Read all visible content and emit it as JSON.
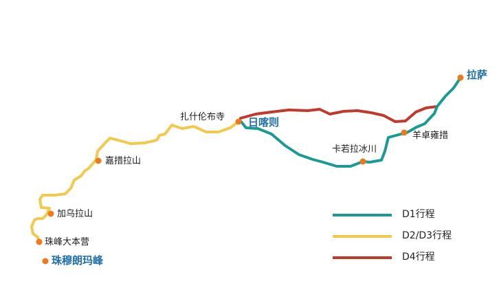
{
  "places": {
    "lhasa": "拉萨",
    "yamdrok": "羊卓雍措",
    "karola": "卡若拉冰川",
    "shigatse": "日喀则",
    "tashilhunpo": "扎什伦布寺",
    "gyatso": "嘉措拉山",
    "gawu": "加乌拉山",
    "basecamp": "珠峰大本营",
    "everest": "珠穆朗玛峰"
  },
  "legend": [
    {
      "label": "D1行程",
      "color": "#1a9a94"
    },
    {
      "label": "D2/D3行程",
      "color": "#f2c94c"
    },
    {
      "label": "D4行程",
      "color": "#c0392b"
    }
  ],
  "colors": {
    "point": "#f07a1a",
    "major_label": "#1f6fa8"
  }
}
